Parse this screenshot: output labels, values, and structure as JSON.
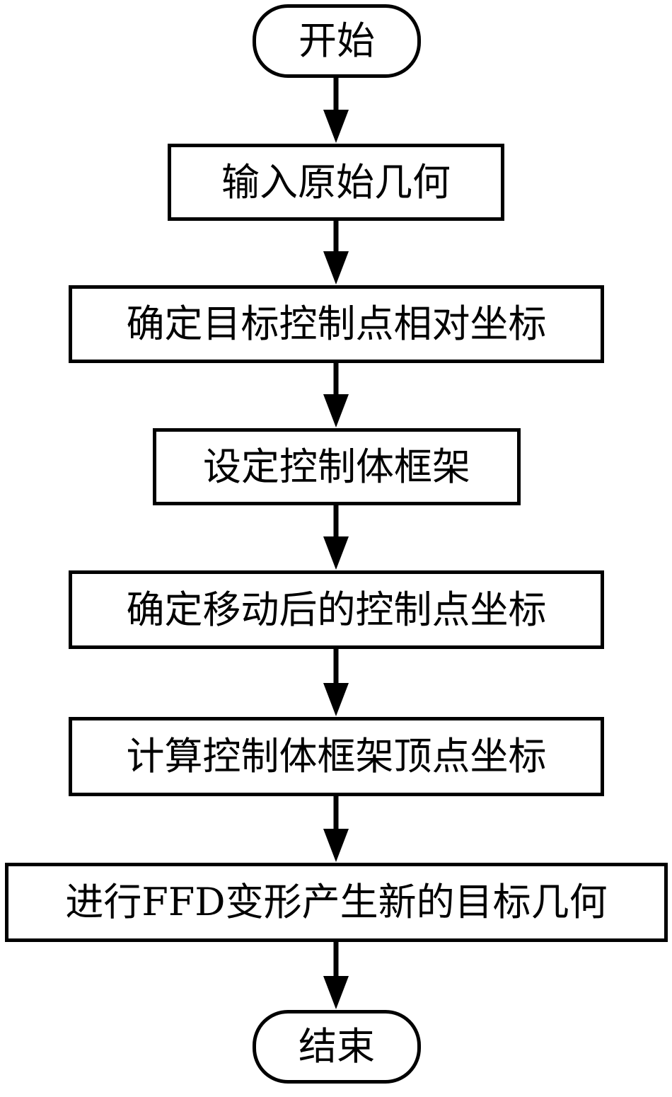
{
  "nodes": [
    {
      "id": "start",
      "label": "开始",
      "kind": "terminal"
    },
    {
      "id": "step-1",
      "label": "输入原始几何",
      "kind": "process"
    },
    {
      "id": "step-2",
      "label": "确定目标控制点相对坐标",
      "kind": "process"
    },
    {
      "id": "step-3",
      "label": "设定控制体框架",
      "kind": "process"
    },
    {
      "id": "step-4",
      "label": "确定移动后的控制点坐标",
      "kind": "process"
    },
    {
      "id": "step-5",
      "label": "计算控制体框架顶点坐标",
      "kind": "process"
    },
    {
      "id": "step-6",
      "label": "进行FFD变形产生新的目标几何",
      "kind": "process"
    },
    {
      "id": "end",
      "label": "结束",
      "kind": "terminal"
    }
  ],
  "edges": [
    {
      "from": "start",
      "to": "step-1"
    },
    {
      "from": "step-1",
      "to": "step-2"
    },
    {
      "from": "step-2",
      "to": "step-3"
    },
    {
      "from": "step-3",
      "to": "step-4"
    },
    {
      "from": "step-4",
      "to": "step-5"
    },
    {
      "from": "step-5",
      "to": "step-6"
    },
    {
      "from": "step-6",
      "to": "end"
    }
  ]
}
